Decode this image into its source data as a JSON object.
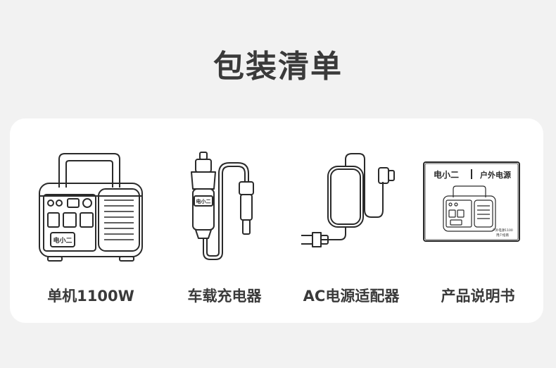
{
  "title": "包装清单",
  "items": [
    {
      "label": "单机1100W",
      "icon": "power-station-icon"
    },
    {
      "label": "车载充电器",
      "icon": "car-charger-icon"
    },
    {
      "label": "AC电源适配器",
      "icon": "ac-adapter-icon"
    },
    {
      "label": "产品说明书",
      "icon": "manual-icon"
    }
  ],
  "device": {
    "brand": "电小二"
  },
  "manual": {
    "brand": "电小二",
    "subtitle": "户外电源",
    "small_line1": "户外电源1100",
    "small_line2": "用户指南"
  },
  "colors": {
    "background": "#f2f2f2",
    "card": "#ffffff",
    "text": "#3a3a3a",
    "line": "#2a2a2a"
  }
}
